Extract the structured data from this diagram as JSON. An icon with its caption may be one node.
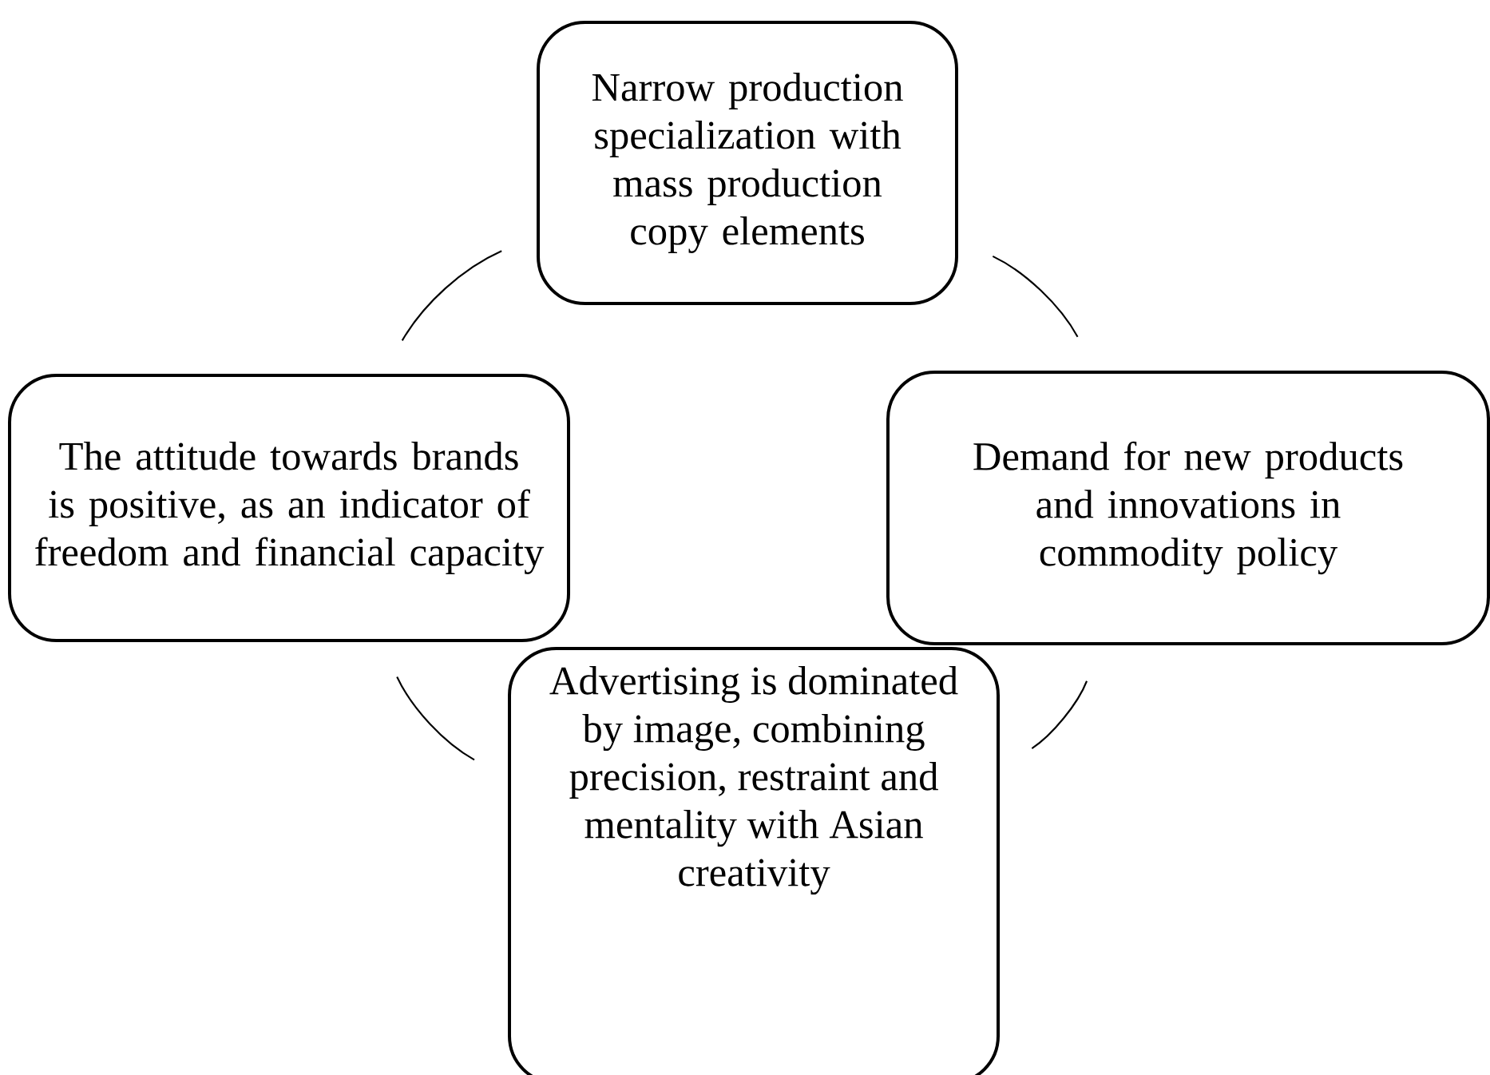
{
  "diagram": {
    "nodes": [
      {
        "text": [
          "Narrow production specialization with mass production copy elements"
        ]
      },
      {
        "text": [
          "The attitude towards brands is positive, as an indicator of freedom and financial capacity"
        ]
      },
      {
        "text": [
          "Demand for new products and innovations in commodity policy"
        ]
      },
      {
        "text": [
          "Advertising is dominated by image, combining precision, restraint and mentality with Asian creativity"
        ]
      }
    ],
    "edges": [
      {
        "from": 0,
        "to": 2,
        "arrow": "none"
      },
      {
        "from": 2,
        "to": 3,
        "arrow": "none"
      },
      {
        "from": 3,
        "to": 1,
        "arrow": "none"
      },
      {
        "from": 1,
        "to": 0,
        "arrow": "none"
      }
    ]
  }
}
